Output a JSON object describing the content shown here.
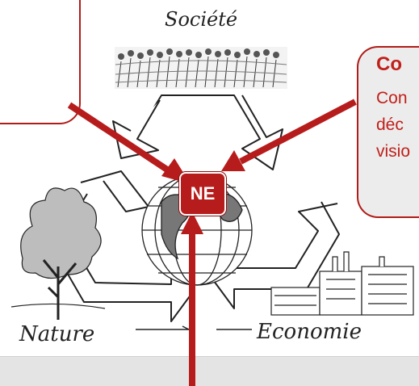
{
  "labels": {
    "societe": "Société",
    "nature": "Nature",
    "economie": "Economie"
  },
  "center_box": {
    "text": "NE"
  },
  "callout_right": {
    "title": "Co",
    "lines": [
      "Con",
      "déc",
      "visio"
    ]
  },
  "colors": {
    "arrow": "#b71c1c",
    "callout_border": "#b01c18",
    "center_box": "#b71c1c"
  },
  "icons": [
    "crowd-illustration",
    "tree-illustration",
    "factory-illustration",
    "globe-illustration",
    "recycle-arrows-illustration"
  ]
}
